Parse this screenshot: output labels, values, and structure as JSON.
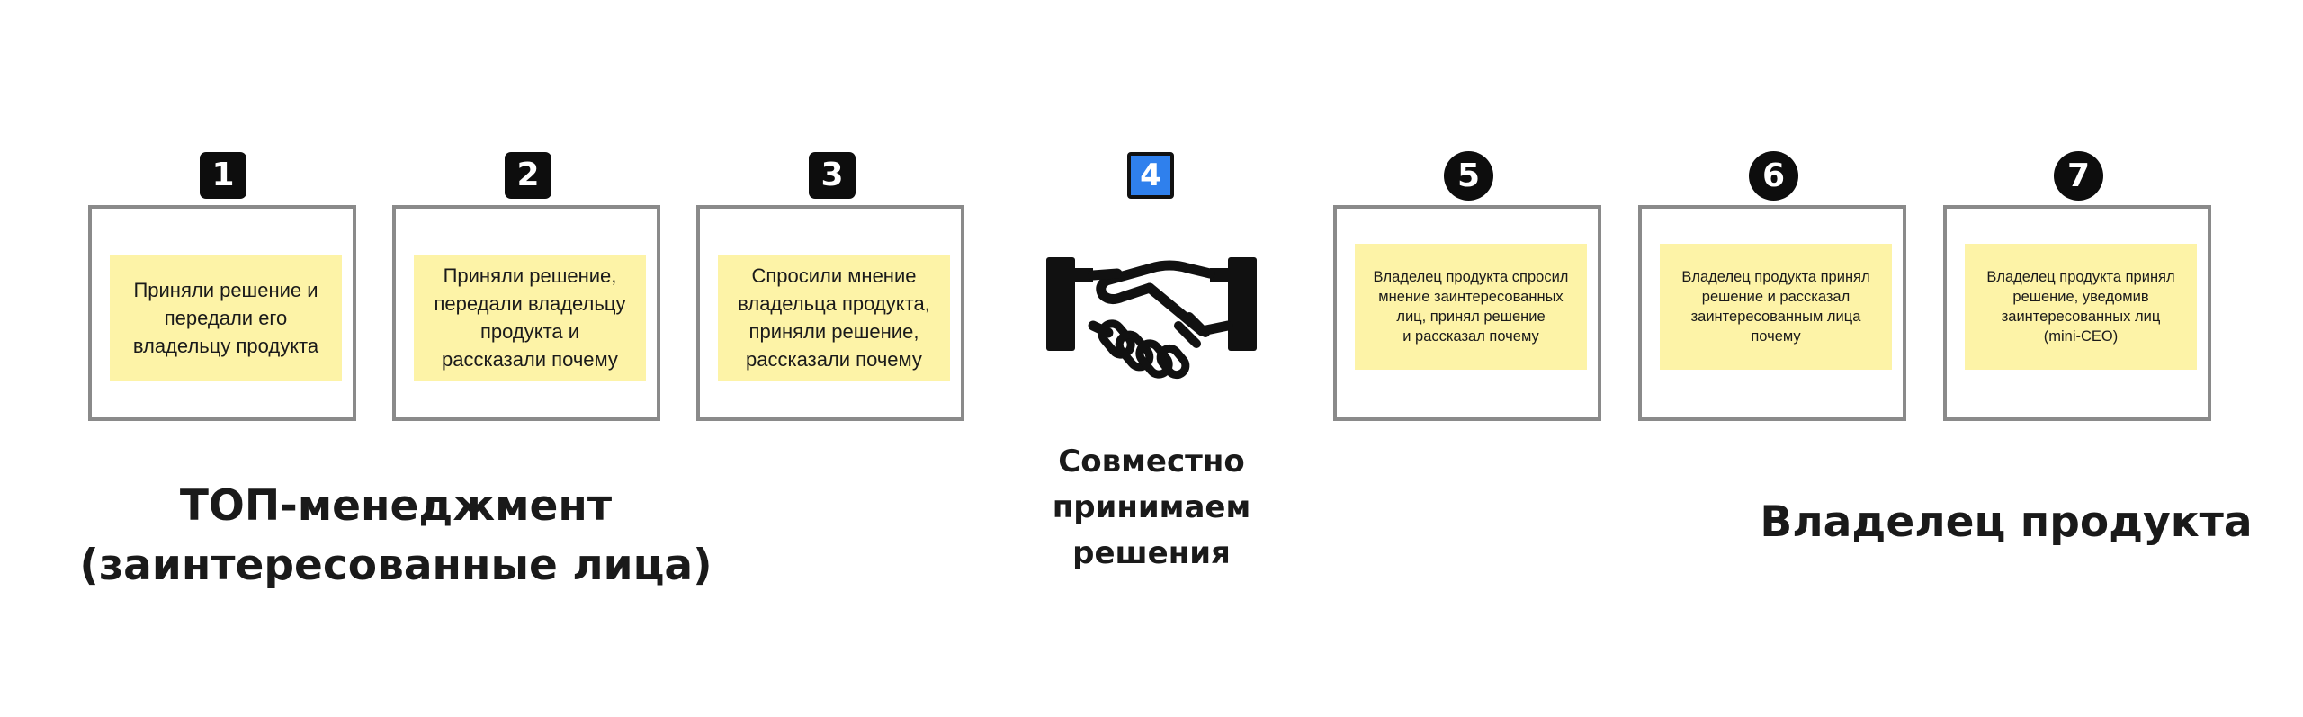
{
  "steps": [
    {
      "number": "1",
      "text": "Приняли решение и\nпередали его\nвладельцу продукта"
    },
    {
      "number": "2",
      "text": "Приняли решение,\nпередали владельцу\nпродукта и\nрассказали  почему"
    },
    {
      "number": "3",
      "text": "Спросили мнение\nвладельца продукта,\nприняли решение,\nрассказали  почему"
    },
    {
      "number": "4",
      "caption": "Совместно\nпринимаем\nрешения",
      "icon": "handshake-icon"
    },
    {
      "number": "5",
      "text": "Владелец продукта спросил\nмнение заинтересованных\nлиц, принял решение\nи рассказал почему"
    },
    {
      "number": "6",
      "text": "Владелец продукта принял\nрешение и рассказал\nзаинтересованным лица\nпочему"
    },
    {
      "number": "7",
      "text": "Владелец продукта принял\nрешение, уведомив\nзаинтересованных лиц\n(mini-CEO)"
    }
  ],
  "groups": {
    "left_title_line1": "ТОП-менеджмент",
    "left_title_line2": "(заинтересованные лица)",
    "right_title": "Владелец продукта"
  },
  "colors": {
    "sticky": "#fdf3a7",
    "frame": "#8a8a8a",
    "badge": "#0d0d0d",
    "active_badge": "#2f80ed"
  }
}
